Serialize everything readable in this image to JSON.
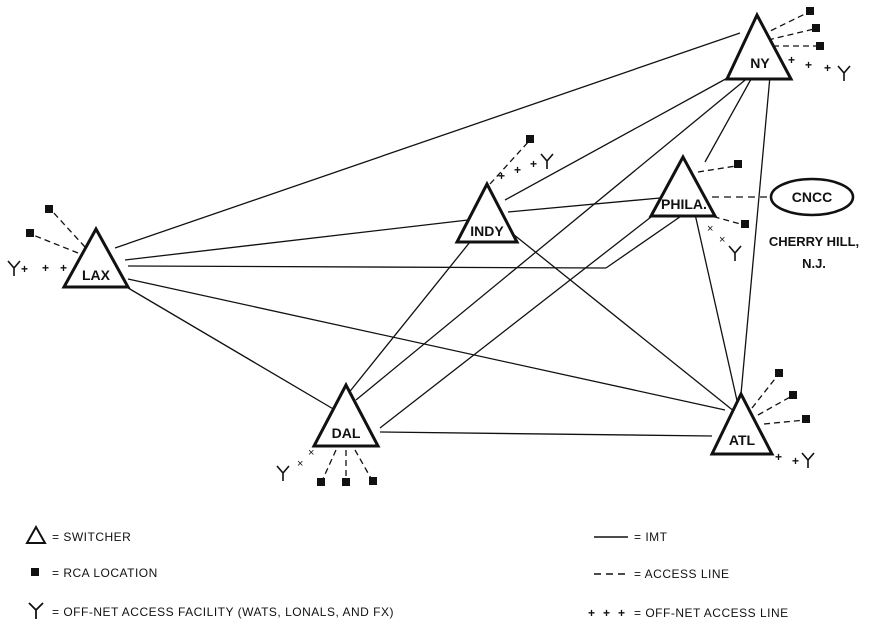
{
  "nodes": {
    "ny": "NY",
    "lax": "LAX",
    "indy": "INDY",
    "phila": "PHILA.",
    "dal": "DAL",
    "atl": "ATL"
  },
  "cncc": {
    "label": "CNCC",
    "location_line1": "CHERRY HILL,",
    "location_line2": "N.J."
  },
  "legend": {
    "switcher": "= SWITCHER",
    "rca_location": "= RCA LOCATION",
    "off_net_facility": "= OFF-NET ACCESS FACILITY (WATS, LONALS, AND FX)",
    "imt": "= IMT",
    "access_line": "= ACCESS LINE",
    "off_net_line": "= OFF-NET ACCESS LINE"
  }
}
